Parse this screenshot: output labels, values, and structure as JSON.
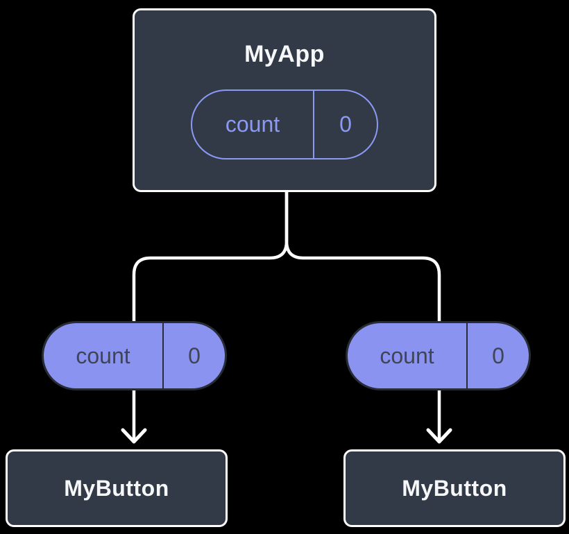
{
  "diagram": {
    "kind": "react-component-tree",
    "background_color": "#000000",
    "colors": {
      "card_fill": "#333a47",
      "card_border": "#ffffff",
      "card_text": "#f6f7f9",
      "connector": "#ffffff",
      "pill_outline_purple": "#8b9af5",
      "pill_fill_purple": "#8b93f0",
      "pill_dark_outline": "#272c36",
      "pill_dark_text": "#3f4554"
    },
    "root": {
      "label": "MyApp",
      "state_name": "count",
      "state_value": "0"
    },
    "left_child": {
      "prop_name": "count",
      "prop_value": "0",
      "label": "MyButton"
    },
    "right_child": {
      "prop_name": "count",
      "prop_value": "0",
      "label": "MyButton"
    }
  }
}
